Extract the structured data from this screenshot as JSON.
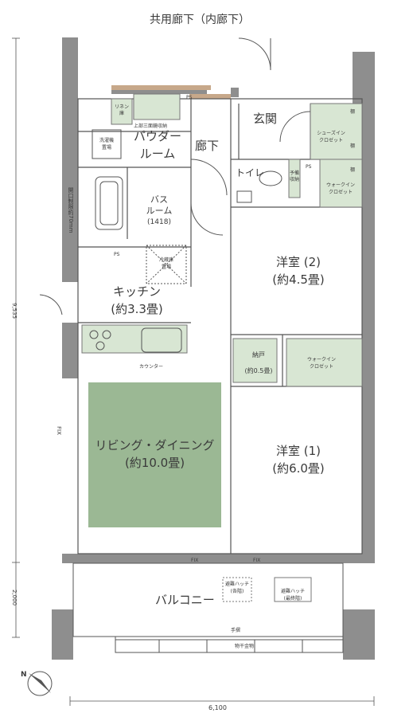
{
  "corridor": "共用廊下（内廊下）",
  "rooms": {
    "genkan": "玄関",
    "roka": "廊下",
    "toilet": "トイレ",
    "powder": [
      "パウダー",
      "ルーム"
    ],
    "bath": [
      "バス",
      "ルーム",
      "(1418)"
    ],
    "kitchen": [
      "キッチン",
      "(約3.3畳)"
    ],
    "living": [
      "リビング・ダイニング",
      "(約10.0畳)"
    ],
    "bed2": [
      "洋室 (2)",
      "(約4.5畳)"
    ],
    "bed1": [
      "洋室 (1)",
      "(約6.0畳)"
    ],
    "nando": [
      "納戸",
      "(約0.5畳)"
    ],
    "balcony": "バルコニー"
  },
  "labels": {
    "linen": [
      "リネン",
      "庫"
    ],
    "ps": "PS",
    "tana": "棚",
    "shoes_closet": [
      "シューズイン",
      "クロゼット"
    ],
    "walkin_closet": [
      "ウォークイン",
      "クロゼット"
    ],
    "joubu": "上部三面鏡収納",
    "sentakuki": [
      "洗濯機",
      "置場"
    ],
    "reizouko": [
      "冷蔵庫",
      "置場"
    ],
    "counter": "カウンター",
    "yobi": [
      "予備",
      "収納"
    ],
    "fix": "FIX",
    "hinan_1": [
      "避難ハッチ",
      "(各階)"
    ],
    "hinan_2": [
      "避難ハッチ",
      "(最終階)"
    ],
    "tesuri": "手摺",
    "monohoshi": "物干金物",
    "kaikou": "開口制限約70mm"
  },
  "dimensions": {
    "width": "6,100",
    "depth_main": "9,535",
    "depth_balcony": "2,000"
  },
  "compass": "N",
  "colors": {
    "green_room": "#9bb894",
    "light_green": "#d8e6d3",
    "wall": "#8c8c8c",
    "line": "#4a4a4a"
  }
}
